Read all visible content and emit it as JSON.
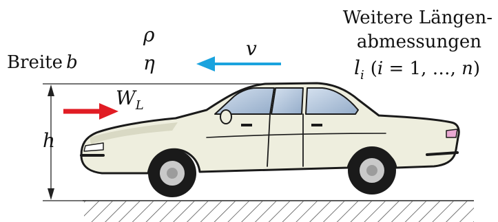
{
  "labels": {
    "width": {
      "text": "Breite",
      "symbol": "b"
    },
    "density": "ρ",
    "viscosity": "η",
    "velocity": "v",
    "drag": {
      "symbol": "W",
      "subscript": "L"
    },
    "height": "h",
    "lengths": {
      "line1": "Weitere Längen-",
      "line2": "abmessungen",
      "symbol": "l",
      "subscript": "i",
      "range_open": "(",
      "index": "i",
      "range_body": " = 1, …, ",
      "count": "n",
      "range_close": ")"
    }
  },
  "colors": {
    "drag_arrow": "#e11c24",
    "velocity_arrow": "#1aa3de",
    "car_body": "#eeeede",
    "car_outline": "#1a1a1a",
    "window": "#a9bfd9",
    "ground_hatch": "#555555"
  },
  "icons": {
    "car": "sedan-car-icon",
    "ground": "hatched-ground-icon"
  }
}
